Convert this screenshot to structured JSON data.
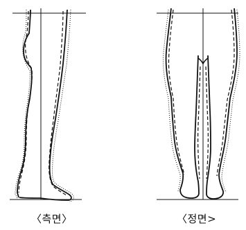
{
  "figure": {
    "panels": [
      {
        "id": "side",
        "caption": "〈측면〉"
      },
      {
        "id": "front",
        "caption": "〈정면>"
      }
    ],
    "line_styles": [
      "solid",
      "dashed",
      "dotted"
    ],
    "ink_color": "#111111",
    "background_color": "#ffffff"
  }
}
